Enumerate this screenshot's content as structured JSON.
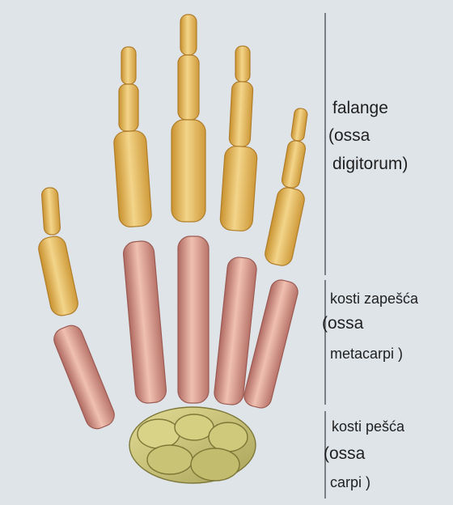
{
  "labels": {
    "phalanges": {
      "line1": "falange",
      "line2": "(ossa",
      "line3": "digitorum)"
    },
    "metacarpals": {
      "line1": "kosti zapešća",
      "line2": "(ossa",
      "line3": "metacarpi )"
    },
    "carpals": {
      "line1": "kosti pešća",
      "line2": "(ossa",
      "line3": "carpi )"
    }
  },
  "colors": {
    "background": "#dfe4e9",
    "phalanx_bone": "#e9c16a",
    "metacarpal_bone": "#d99a8c",
    "carpal_bone": "#c8c47a",
    "bracket_line": "#6f7378"
  }
}
